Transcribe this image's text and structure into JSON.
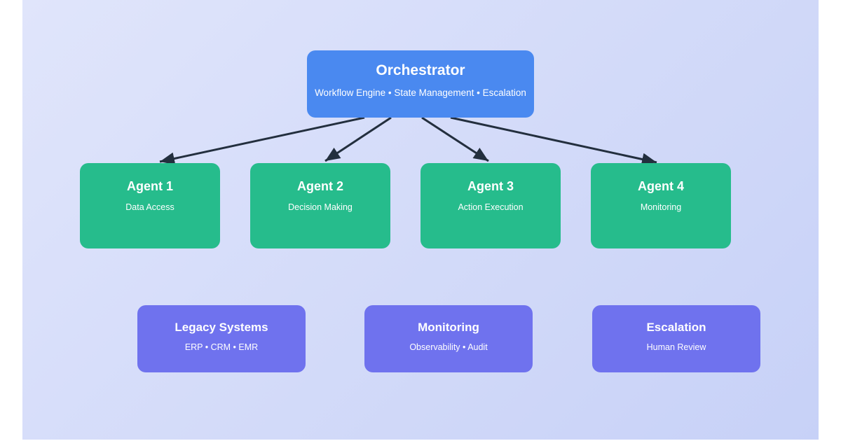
{
  "colors": {
    "page_background": "#ffffff",
    "canvas_gradient_start": "#e0e5fb",
    "canvas_gradient_end": "#c7d1f7",
    "orchestrator_fill": "#4a89f0",
    "agent_fill": "#26bc8c",
    "support_fill": "#6f72ee",
    "arrow": "#232f3e",
    "node_text": "#ffffff"
  },
  "diagram": {
    "orchestrator": {
      "title": "Orchestrator",
      "subtitle": "Workflow Engine • State Management • Escalation"
    },
    "agents": [
      {
        "title": "Agent 1",
        "subtitle": "Data Access"
      },
      {
        "title": "Agent 2",
        "subtitle": "Decision Making"
      },
      {
        "title": "Agent 3",
        "subtitle": "Action Execution"
      },
      {
        "title": "Agent 4",
        "subtitle": "Monitoring"
      }
    ],
    "support_systems": [
      {
        "title": "Legacy Systems",
        "subtitle": "ERP • CRM • EMR"
      },
      {
        "title": "Monitoring",
        "subtitle": "Observability • Audit"
      },
      {
        "title": "Escalation",
        "subtitle": "Human Review"
      }
    ]
  }
}
